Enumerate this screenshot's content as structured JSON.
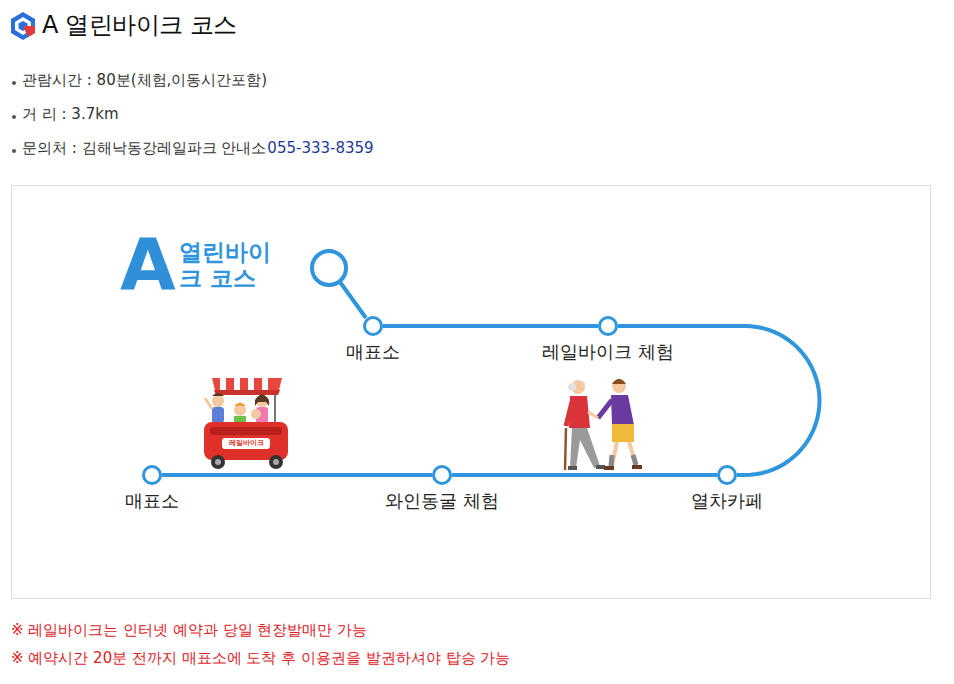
{
  "diagram": {
    "title": "A 열린바이크 코스",
    "nodes": [
      {
        "text": [
          "매표소"
        ]
      },
      {
        "text": [
          "레일바이크 체험"
        ]
      },
      {
        "text": [
          "열차카페"
        ]
      },
      {
        "text": [
          "와인동굴 체험"
        ]
      },
      {
        "text": [
          "매표소"
        ]
      }
    ],
    "edges": [
      {
        "from": 0,
        "to": 1,
        "arrow": "none"
      },
      {
        "from": 1,
        "to": 2,
        "arrow": "none"
      },
      {
        "from": 2,
        "to": 3,
        "arrow": "none"
      },
      {
        "from": 3,
        "to": 4,
        "arrow": "none"
      }
    ],
    "labels": [
      "관람시간 : 80분(체험,이동시간포함)",
      "거 리 : 3.7km",
      "문의처 : 김해낙동강레일파크 안내소",
      "055-333-8359",
      "A",
      "열린바이크 코스",
      "레일바이크",
      "※ 레일바이크는 인터넷 예약과 당일 현장발매만 가능",
      "※ 예약시간 20분 전까지 매표소에 도착 후 이용권을 발권하셔야 탑승 가능"
    ]
  }
}
